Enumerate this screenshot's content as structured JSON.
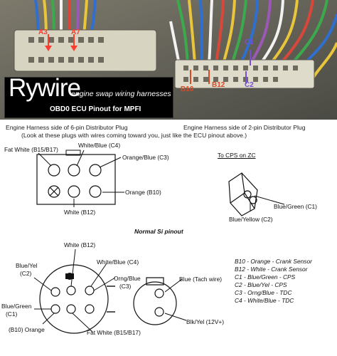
{
  "photo": {
    "brand_name": "Rywire",
    "brand_tagline": "engine swap wiring harnesses",
    "brand_subtitle": "OBD0 ECU Pinout for MPFI",
    "pin_labels": {
      "a3": "A3",
      "a7": "A7",
      "c1": "C1",
      "b10": "B10",
      "b12": "B12",
      "c2": "C2"
    },
    "colors": {
      "a_labels": "#ff3b2f",
      "c_labels": "#7b4dd8",
      "b_labels": "#d84a2a"
    }
  },
  "captions": {
    "left": "Engine Harness side of 6-pin Distributor Plug",
    "right": "Engine Harness side of 2-pin Distributor Plug",
    "note": "(Look at these plugs with wires coming toward you, just like the ECU pinout above.)"
  },
  "six_pin_plug": {
    "fat_white": "Fat White (B15/B17)",
    "white_blue": "White/Blue (C4)",
    "orange_blue": "Orange/Blue (C3)",
    "orange": "Orange (B10)",
    "white": "White (B12)"
  },
  "cps_plug": {
    "title": "To CPS on ZC",
    "blue_green": "Blue/Green (C1)",
    "blue_yellow": "Blue/Yellow (C2)"
  },
  "normal_si": {
    "title": "Normal Si pinout",
    "white_b12": "White (B12)",
    "white_blue_c4": "White/Blue (C4)",
    "blue_yel_c2_line1": "Blue/Yel",
    "blue_yel_c2_line2": "(C2)",
    "orng_blue_c3_line1": "Orng/Blue",
    "orng_blue_c3_line2": "(C3)",
    "blue_green_c1_line1": "Blue/Green",
    "blue_green_c1_line2": "(C1)",
    "b10_orange": "(B10) Orange",
    "fat_white": "Fat White (B15/B17)",
    "blue_tach": "Blue (Tach wire)",
    "blk_yel": "Blk/Yel (12V+)"
  },
  "legend": [
    "B10 - Orange - Crank Sensor",
    "B12 - White - Crank Sensor",
    "C1 - Blue/Green - CPS",
    "C2 - Blue/Yel - CPS",
    "C3 - Orng/Blue - TDC",
    "C4 - White/Blue - TDC"
  ]
}
